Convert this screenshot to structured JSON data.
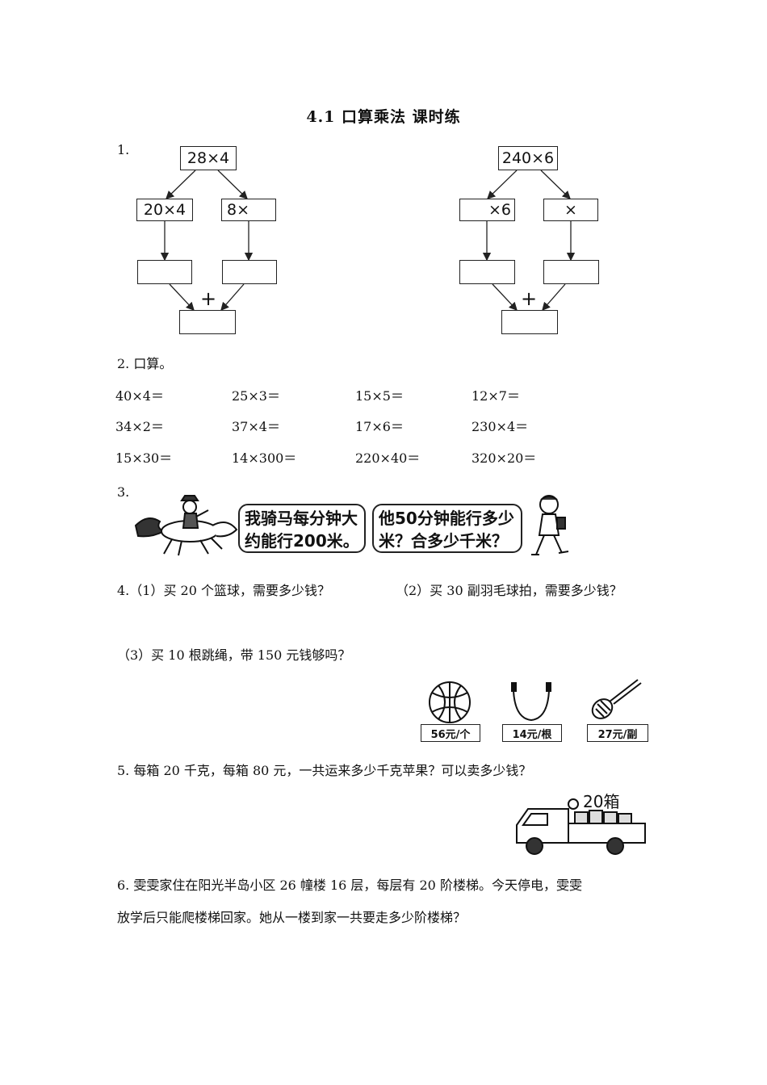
{
  "title": "4.1 口算乘法  课时练",
  "q1": {
    "number": "1.",
    "left": {
      "top": "28×4",
      "mid_left": "20×4",
      "mid_right": "8×",
      "plus": "+"
    },
    "right": {
      "top": "240×6",
      "mid_left": "×6",
      "mid_right": "×",
      "plus": "+"
    }
  },
  "q2": {
    "number": "2. 口算。",
    "rows": [
      [
        "40×4＝",
        "25×3＝",
        "15×5＝",
        "12×7＝"
      ],
      [
        "34×2＝",
        "37×4＝",
        "17×6＝",
        "230×4＝"
      ],
      [
        "15×30＝",
        "14×300＝",
        "220×40＝",
        "320×20＝"
      ]
    ]
  },
  "q3": {
    "number": "3.",
    "bubble_left": "我骑马每分钟大\n约能行200米。",
    "bubble_right": "他50分钟能行多少\n米？合多少千米？"
  },
  "q4": {
    "line1_a": "4.（1）买 20 个篮球，需要多少钱？",
    "line1_b": "（2）买 30 副羽毛球拍，需要多少钱？",
    "line2": "（3）买 10 根跳绳，带 150 元钱够吗？",
    "prices": [
      "56元/个",
      "14元/根",
      "27元/副"
    ],
    "icons": [
      "basketball-icon",
      "jump-rope-icon",
      "badminton-racket-icon"
    ]
  },
  "q5": {
    "text": "5. 每箱 20 千克，每箱 80 元，一共运来多少千克苹果？可以卖多少钱？",
    "truck_label": "20箱"
  },
  "q6": {
    "line1": "6. 雯雯家住在阳光半岛小区 26 幢楼 16 层，每层有 20 阶楼梯。今天停电，雯雯",
    "line2": "放学后只能爬楼梯回家。她从一楼到家一共要走多少阶楼梯？"
  }
}
